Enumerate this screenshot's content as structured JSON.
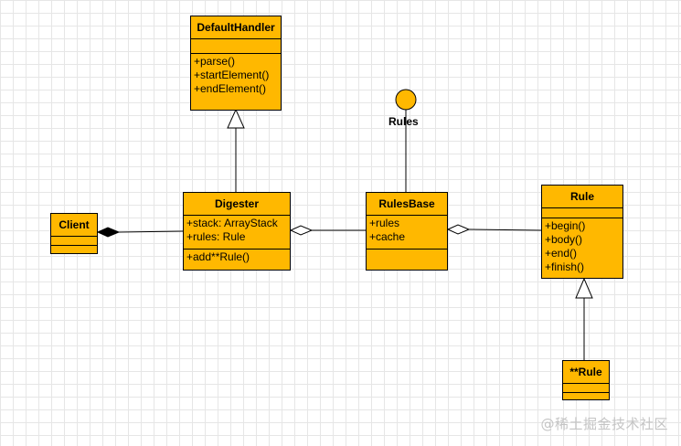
{
  "diagram": {
    "classes": {
      "default_handler": {
        "name": "DefaultHandler",
        "attributes": [],
        "methods": [
          "+parse()",
          "+startElement()",
          "+endElement()"
        ]
      },
      "digester": {
        "name": "Digester",
        "attributes": [
          "+stack: ArrayStack",
          "+rules: Rule"
        ],
        "methods": [
          "+add**Rule()"
        ]
      },
      "client": {
        "name": "Client",
        "attributes": [],
        "methods": []
      },
      "rules_base": {
        "name": "RulesBase",
        "attributes": [
          "+rules",
          "+cache"
        ],
        "methods": []
      },
      "rule": {
        "name": "Rule",
        "attributes": [],
        "methods": [
          "+begin()",
          "+body()",
          "+end()",
          "+finish()"
        ]
      },
      "star_rule": {
        "name": "**Rule",
        "attributes": [],
        "methods": []
      }
    },
    "interface": {
      "name": "Rules"
    },
    "colors": {
      "class_fill": "#ffb800",
      "line": "#000000",
      "grid": "#e6e6e6"
    }
  },
  "watermark": "@稀土掘金技术社区"
}
